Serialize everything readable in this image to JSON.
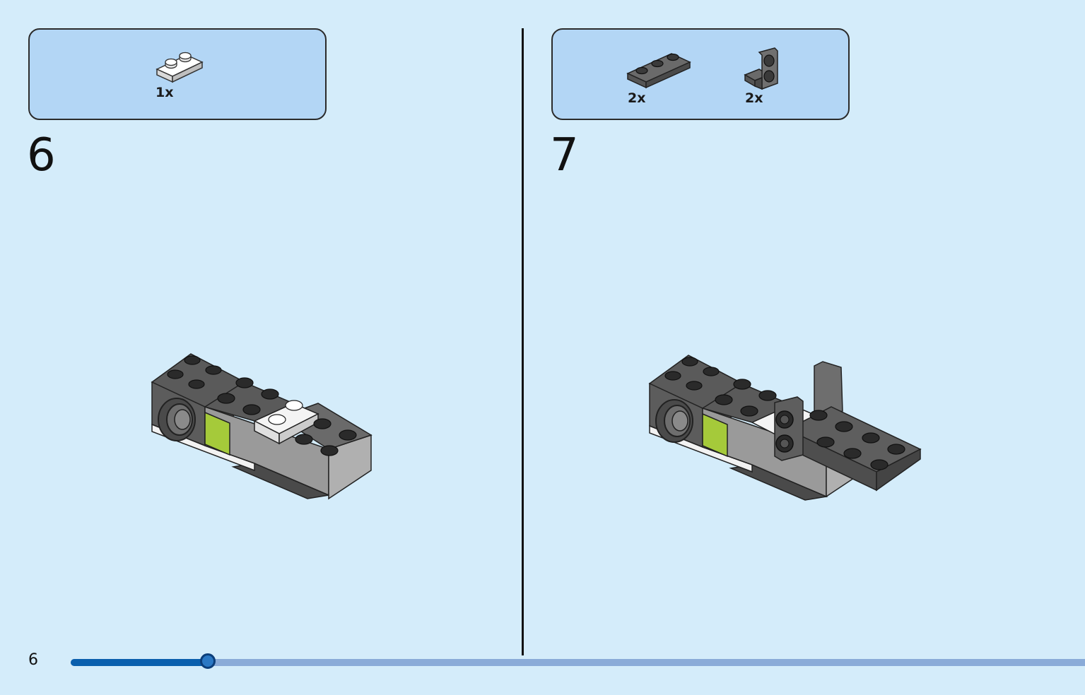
{
  "page": {
    "number": "6",
    "progress_percent": 13.5
  },
  "steps": [
    {
      "number": "6",
      "parts": [
        {
          "icon": "white-plate-1x2-icon",
          "qty": "1x"
        }
      ]
    },
    {
      "number": "7",
      "parts": [
        {
          "icon": "dark-gray-plate-1x3-icon",
          "qty": "2x"
        },
        {
          "icon": "dark-gray-bracket-icon",
          "qty": "2x"
        }
      ]
    }
  ],
  "colors": {
    "background": "#d4ecfa",
    "parts_box": "#b3d6f5",
    "dark_gray_brick": "#5a5a5a",
    "light_gray_brick": "#a0a0a0",
    "lime": "#a5ca3a",
    "progress_fill": "#0a5fad",
    "progress_track": "#8aabd8"
  }
}
